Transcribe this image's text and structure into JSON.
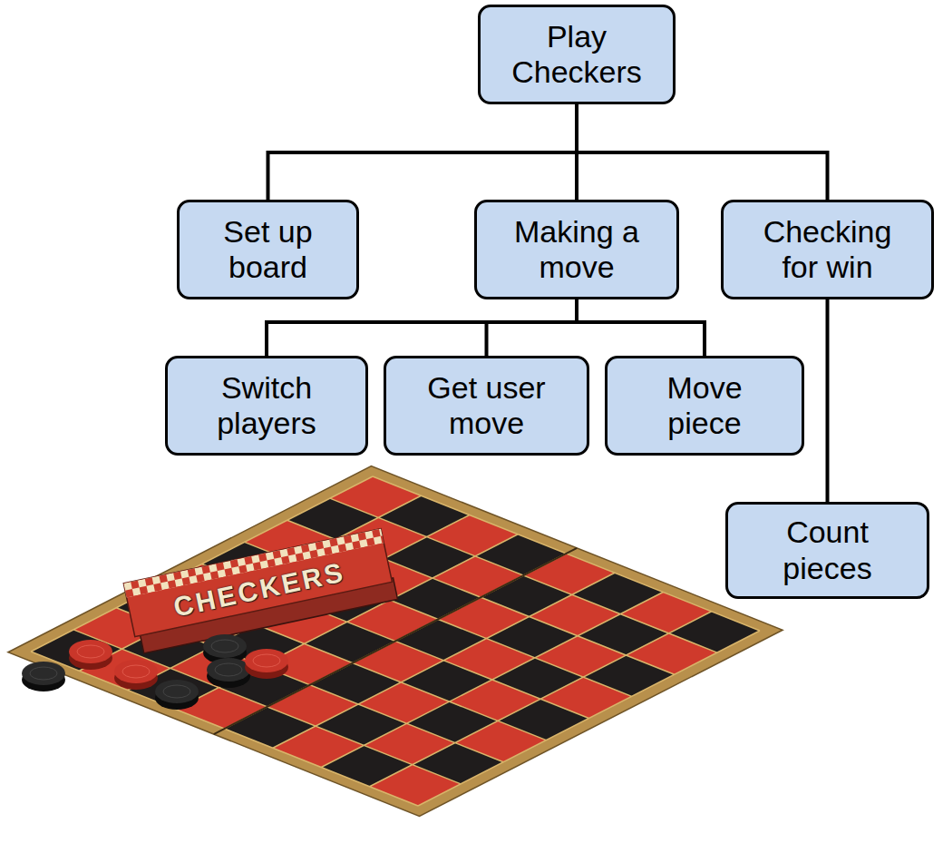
{
  "diagram": {
    "nodes": [
      {
        "text": [
          "Play Checkers"
        ]
      },
      {
        "text": [
          "Set up board"
        ]
      },
      {
        "text": [
          "Making a move"
        ]
      },
      {
        "text": [
          "Checking for win"
        ]
      },
      {
        "text": [
          "Switch players"
        ]
      },
      {
        "text": [
          "Get user move"
        ]
      },
      {
        "text": [
          "Move piece"
        ]
      },
      {
        "text": [
          "Count pieces"
        ]
      }
    ],
    "edges": [
      {
        "from": 0,
        "to": 1,
        "arrow": "none"
      },
      {
        "from": 0,
        "to": 2,
        "arrow": "none"
      },
      {
        "from": 0,
        "to": 3,
        "arrow": "none"
      },
      {
        "from": 2,
        "to": 4,
        "arrow": "none"
      },
      {
        "from": 2,
        "to": 5,
        "arrow": "none"
      },
      {
        "from": 2,
        "to": 6,
        "arrow": "none"
      },
      {
        "from": 3,
        "to": 7,
        "arrow": "none"
      }
    ],
    "labels": [
      "CHECKERS"
    ]
  }
}
